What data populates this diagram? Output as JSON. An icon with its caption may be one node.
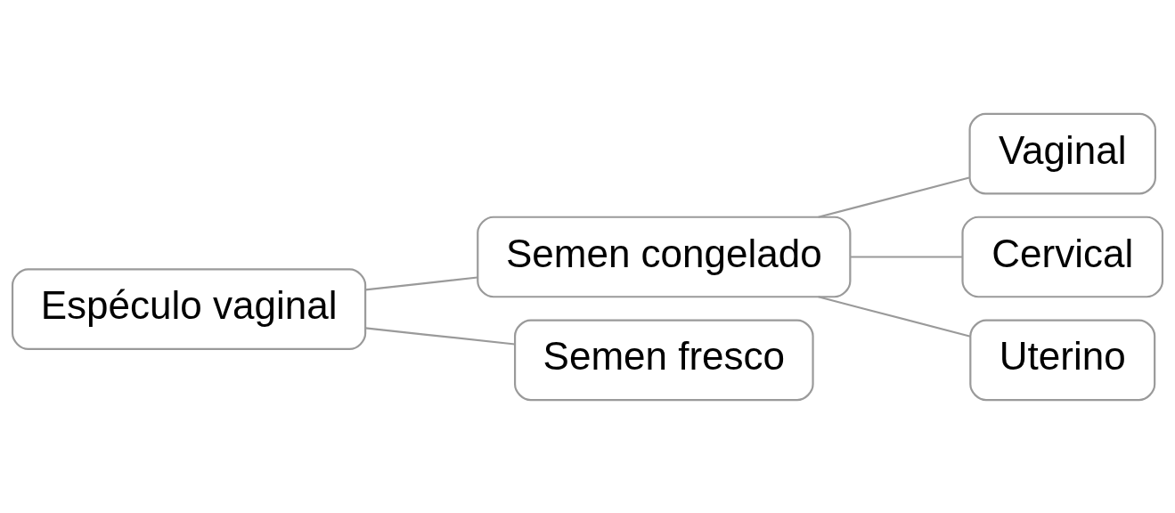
{
  "diagram": {
    "nodes": [
      {
        "text": [
          "Espéculo vaginal"
        ]
      },
      {
        "text": [
          "Semen congelado"
        ]
      },
      {
        "text": [
          "Semen fresco"
        ]
      },
      {
        "text": [
          "Vaginal"
        ]
      },
      {
        "text": [
          "Cervical"
        ]
      },
      {
        "text": [
          "Uterino"
        ]
      }
    ],
    "edges": [
      {
        "from": 0,
        "to": 1,
        "arrow": "none"
      },
      {
        "from": 0,
        "to": 2,
        "arrow": "none"
      },
      {
        "from": 1,
        "to": 3,
        "arrow": "none"
      },
      {
        "from": 1,
        "to": 4,
        "arrow": "none"
      },
      {
        "from": 1,
        "to": 5,
        "arrow": "none"
      }
    ]
  }
}
